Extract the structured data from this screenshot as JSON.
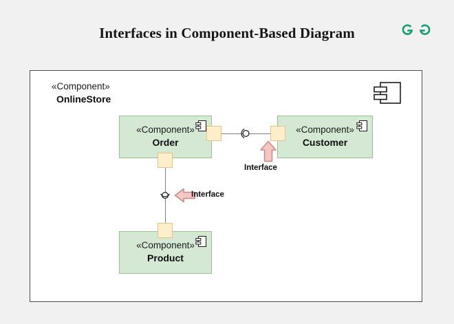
{
  "page": {
    "title": "Interfaces in Component-Based Diagram",
    "background_color": "#f1f1f1",
    "logo_name": "geeksforgeeks-logo",
    "logo_color": "#0f9d71"
  },
  "diagram": {
    "type": "uml-component-diagram",
    "panel_background": "#ffffff",
    "panel_border_color": "#4d4d4d",
    "component_fill": "#d5e8d4",
    "component_border": "#9ac28f",
    "port_fill": "#ffeec9",
    "port_border": "#e0c48a",
    "connector_color": "#808080",
    "arrow_fill": "#f4c6c4",
    "arrow_border": "#c98886",
    "outer_component": {
      "stereotype": "«Component»",
      "name": "OnlineStore",
      "icon_name": "uml-component-icon"
    },
    "components": [
      {
        "id": "order",
        "stereotype": "«Component»",
        "name": "Order",
        "icon_name": "uml-component-icon"
      },
      {
        "id": "customer",
        "stereotype": "«Component»",
        "name": "Customer",
        "icon_name": "uml-component-icon"
      },
      {
        "id": "product",
        "stereotype": "«Component»",
        "name": "Product",
        "icon_name": "uml-component-icon"
      }
    ],
    "connectors": [
      {
        "id": "order-customer",
        "from": "order",
        "to": "customer",
        "notation": "ball-and-socket",
        "label": "Interface",
        "annotation_arrow": "arrow-up-icon"
      },
      {
        "id": "order-product",
        "from": "order",
        "to": "product",
        "notation": "ball-and-socket",
        "label": "Interface",
        "annotation_arrow": "arrow-left-icon"
      }
    ]
  }
}
